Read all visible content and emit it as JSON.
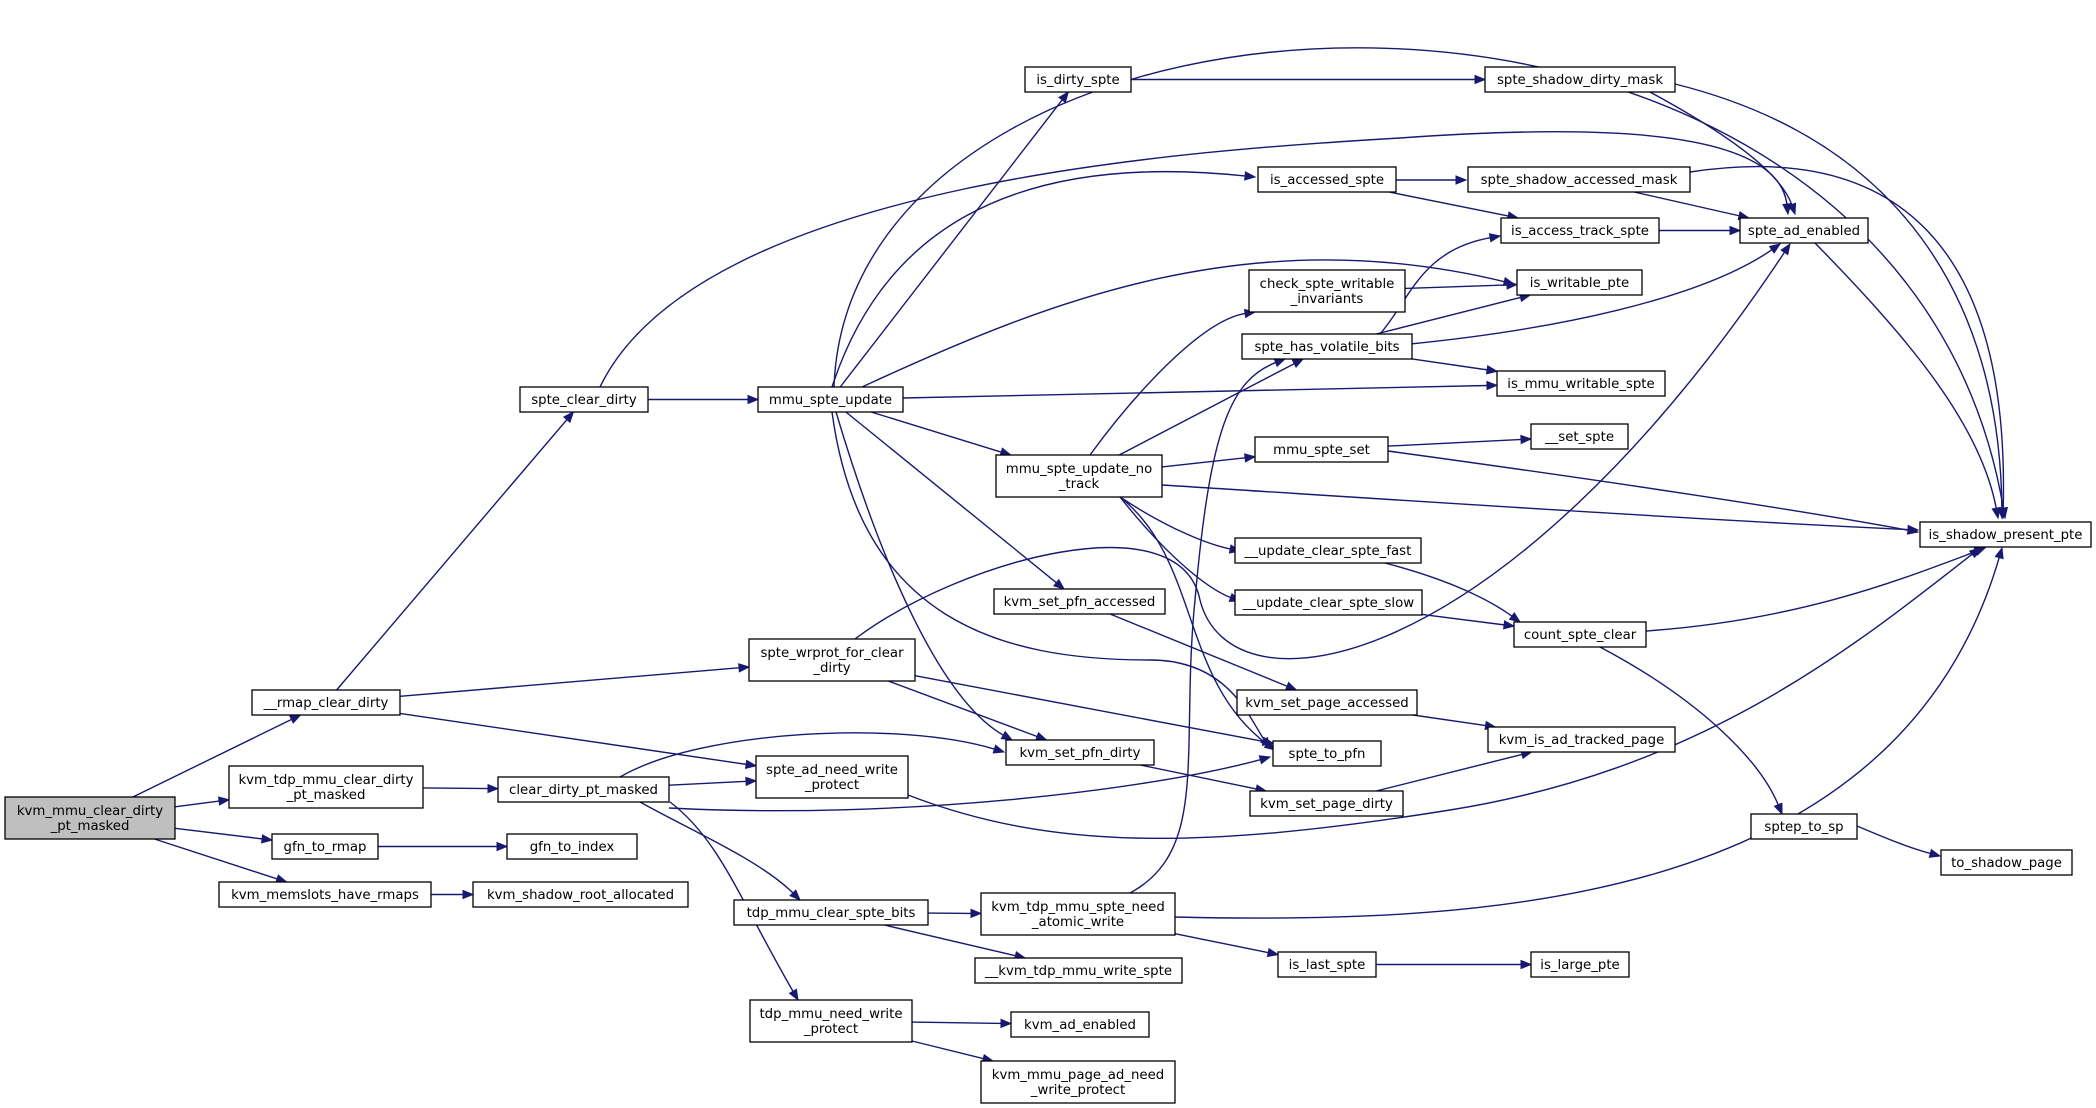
{
  "graph": {
    "type": "call-graph",
    "edge_color": "#191970",
    "root_fill": "#bfbfbf",
    "nodes": [
      {
        "id": "kvm_mmu_clear_dirty_pt_masked",
        "lines": [
          "kvm_mmu_clear_dirty",
          "_pt_masked"
        ],
        "root": true
      },
      {
        "id": "__rmap_clear_dirty",
        "lines": [
          "__rmap_clear_dirty"
        ]
      },
      {
        "id": "kvm_tdp_mmu_clear_dirty_pt_masked",
        "lines": [
          "kvm_tdp_mmu_clear_dirty",
          "_pt_masked"
        ]
      },
      {
        "id": "gfn_to_rmap",
        "lines": [
          "gfn_to_rmap"
        ]
      },
      {
        "id": "kvm_memslots_have_rmaps",
        "lines": [
          "kvm_memslots_have_rmaps"
        ]
      },
      {
        "id": "spte_clear_dirty",
        "lines": [
          "spte_clear_dirty"
        ]
      },
      {
        "id": "spte_wrprot_for_clear_dirty",
        "lines": [
          "spte_wrprot_for_clear",
          "_dirty"
        ]
      },
      {
        "id": "spte_ad_need_write_protect",
        "lines": [
          "spte_ad_need_write",
          "_protect"
        ]
      },
      {
        "id": "clear_dirty_pt_masked",
        "lines": [
          "clear_dirty_pt_masked"
        ]
      },
      {
        "id": "gfn_to_index",
        "lines": [
          "gfn_to_index"
        ]
      },
      {
        "id": "kvm_shadow_root_allocated",
        "lines": [
          "kvm_shadow_root_allocated"
        ]
      },
      {
        "id": "tdp_mmu_clear_spte_bits",
        "lines": [
          "tdp_mmu_clear_spte_bits"
        ]
      },
      {
        "id": "tdp_mmu_need_write_protect",
        "lines": [
          "tdp_mmu_need_write",
          "_protect"
        ]
      },
      {
        "id": "mmu_spte_update",
        "lines": [
          "mmu_spte_update"
        ]
      },
      {
        "id": "is_dirty_spte",
        "lines": [
          "is_dirty_spte"
        ]
      },
      {
        "id": "mmu_spte_update_no_track",
        "lines": [
          "mmu_spte_update_no",
          "_track"
        ]
      },
      {
        "id": "kvm_set_pfn_accessed",
        "lines": [
          "kvm_set_pfn_accessed"
        ]
      },
      {
        "id": "kvm_set_pfn_dirty",
        "lines": [
          "kvm_set_pfn_dirty"
        ]
      },
      {
        "id": "kvm_tdp_mmu_spte_need_atomic_write",
        "lines": [
          "kvm_tdp_mmu_spte_need",
          "_atomic_write"
        ]
      },
      {
        "id": "__kvm_tdp_mmu_write_spte",
        "lines": [
          "__kvm_tdp_mmu_write_spte"
        ]
      },
      {
        "id": "kvm_ad_enabled",
        "lines": [
          "kvm_ad_enabled"
        ]
      },
      {
        "id": "kvm_mmu_page_ad_need_write_protect",
        "lines": [
          "kvm_mmu_page_ad_need",
          "_write_protect"
        ]
      },
      {
        "id": "is_accessed_spte",
        "lines": [
          "is_accessed_spte"
        ]
      },
      {
        "id": "check_spte_writable_invariants",
        "lines": [
          "check_spte_writable",
          "_invariants"
        ]
      },
      {
        "id": "spte_has_volatile_bits",
        "lines": [
          "spte_has_volatile_bits"
        ]
      },
      {
        "id": "mmu_spte_set",
        "lines": [
          "mmu_spte_set"
        ]
      },
      {
        "id": "__update_clear_spte_fast",
        "lines": [
          "__update_clear_spte_fast"
        ]
      },
      {
        "id": "__update_clear_spte_slow",
        "lines": [
          "__update_clear_spte_slow"
        ]
      },
      {
        "id": "kvm_set_page_accessed",
        "lines": [
          "kvm_set_page_accessed"
        ]
      },
      {
        "id": "spte_to_pfn",
        "lines": [
          "spte_to_pfn"
        ]
      },
      {
        "id": "kvm_set_page_dirty",
        "lines": [
          "kvm_set_page_dirty"
        ]
      },
      {
        "id": "is_last_spte",
        "lines": [
          "is_last_spte"
        ]
      },
      {
        "id": "spte_shadow_dirty_mask",
        "lines": [
          "spte_shadow_dirty_mask"
        ]
      },
      {
        "id": "spte_shadow_accessed_mask",
        "lines": [
          "spte_shadow_accessed_mask"
        ]
      },
      {
        "id": "is_access_track_spte",
        "lines": [
          "is_access_track_spte"
        ]
      },
      {
        "id": "is_writable_pte",
        "lines": [
          "is_writable_pte"
        ]
      },
      {
        "id": "is_mmu_writable_spte",
        "lines": [
          "is_mmu_writable_spte"
        ]
      },
      {
        "id": "__set_spte",
        "lines": [
          "__set_spte"
        ]
      },
      {
        "id": "count_spte_clear",
        "lines": [
          "count_spte_clear"
        ]
      },
      {
        "id": "kvm_is_ad_tracked_page",
        "lines": [
          "kvm_is_ad_tracked_page"
        ]
      },
      {
        "id": "sptep_to_sp",
        "lines": [
          "sptep_to_sp"
        ]
      },
      {
        "id": "is_large_pte",
        "lines": [
          "is_large_pte"
        ]
      },
      {
        "id": "spte_ad_enabled",
        "lines": [
          "spte_ad_enabled"
        ]
      },
      {
        "id": "is_shadow_present_pte",
        "lines": [
          "is_shadow_present_pte"
        ]
      },
      {
        "id": "to_shadow_page",
        "lines": [
          "to_shadow_page"
        ]
      }
    ],
    "edges": [
      [
        "kvm_mmu_clear_dirty_pt_masked",
        "__rmap_clear_dirty"
      ],
      [
        "kvm_mmu_clear_dirty_pt_masked",
        "kvm_tdp_mmu_clear_dirty_pt_masked"
      ],
      [
        "kvm_mmu_clear_dirty_pt_masked",
        "gfn_to_rmap"
      ],
      [
        "kvm_mmu_clear_dirty_pt_masked",
        "kvm_memslots_have_rmaps"
      ],
      [
        "__rmap_clear_dirty",
        "spte_clear_dirty"
      ],
      [
        "__rmap_clear_dirty",
        "spte_wrprot_for_clear_dirty"
      ],
      [
        "__rmap_clear_dirty",
        "spte_ad_need_write_protect"
      ],
      [
        "kvm_tdp_mmu_clear_dirty_pt_masked",
        "clear_dirty_pt_masked"
      ],
      [
        "gfn_to_rmap",
        "gfn_to_index"
      ],
      [
        "kvm_memslots_have_rmaps",
        "kvm_shadow_root_allocated"
      ],
      [
        "spte_clear_dirty",
        "mmu_spte_update"
      ],
      [
        "spte_clear_dirty",
        "spte_ad_enabled"
      ],
      [
        "mmu_spte_update",
        "is_dirty_spte"
      ],
      [
        "mmu_spte_update",
        "is_shadow_present_pte"
      ],
      [
        "mmu_spte_update",
        "is_accessed_spte"
      ],
      [
        "mmu_spte_update",
        "is_writable_pte"
      ],
      [
        "mmu_spte_update",
        "is_mmu_writable_spte"
      ],
      [
        "mmu_spte_update",
        "mmu_spte_update_no_track"
      ],
      [
        "mmu_spte_update",
        "kvm_set_pfn_accessed"
      ],
      [
        "mmu_spte_update",
        "kvm_set_pfn_dirty"
      ],
      [
        "mmu_spte_update",
        "spte_to_pfn"
      ],
      [
        "spte_wrprot_for_clear_dirty",
        "spte_ad_enabled"
      ],
      [
        "spte_wrprot_for_clear_dirty",
        "kvm_set_pfn_dirty"
      ],
      [
        "spte_wrprot_for_clear_dirty",
        "spte_to_pfn"
      ],
      [
        "spte_ad_need_write_protect",
        "is_shadow_present_pte"
      ],
      [
        "clear_dirty_pt_masked",
        "kvm_set_pfn_dirty"
      ],
      [
        "clear_dirty_pt_masked",
        "spte_ad_need_write_protect"
      ],
      [
        "clear_dirty_pt_masked",
        "spte_to_pfn"
      ],
      [
        "clear_dirty_pt_masked",
        "tdp_mmu_clear_spte_bits"
      ],
      [
        "clear_dirty_pt_masked",
        "tdp_mmu_need_write_protect"
      ],
      [
        "tdp_mmu_clear_spte_bits",
        "kvm_tdp_mmu_spte_need_atomic_write"
      ],
      [
        "tdp_mmu_clear_spte_bits",
        "__kvm_tdp_mmu_write_spte"
      ],
      [
        "tdp_mmu_need_write_protect",
        "kvm_ad_enabled"
      ],
      [
        "tdp_mmu_need_write_protect",
        "kvm_mmu_page_ad_need_write_protect"
      ],
      [
        "kvm_tdp_mmu_spte_need_atomic_write",
        "spte_has_volatile_bits"
      ],
      [
        "kvm_tdp_mmu_spte_need_atomic_write",
        "is_last_spte"
      ],
      [
        "kvm_tdp_mmu_spte_need_atomic_write",
        "is_shadow_present_pte"
      ],
      [
        "is_dirty_spte",
        "spte_shadow_dirty_mask"
      ],
      [
        "mmu_spte_update_no_track",
        "check_spte_writable_invariants"
      ],
      [
        "mmu_spte_update_no_track",
        "spte_has_volatile_bits"
      ],
      [
        "mmu_spte_update_no_track",
        "mmu_spte_set"
      ],
      [
        "mmu_spte_update_no_track",
        "is_shadow_present_pte"
      ],
      [
        "mmu_spte_update_no_track",
        "__update_clear_spte_fast"
      ],
      [
        "mmu_spte_update_no_track",
        "__update_clear_spte_slow"
      ],
      [
        "mmu_spte_update_no_track",
        "spte_to_pfn"
      ],
      [
        "kvm_set_pfn_accessed",
        "kvm_set_page_accessed"
      ],
      [
        "kvm_set_pfn_dirty",
        "kvm_set_page_dirty"
      ],
      [
        "is_accessed_spte",
        "spte_shadow_accessed_mask"
      ],
      [
        "is_accessed_spte",
        "is_access_track_spte"
      ],
      [
        "check_spte_writable_invariants",
        "is_writable_pte"
      ],
      [
        "spte_has_volatile_bits",
        "is_access_track_spte"
      ],
      [
        "spte_has_volatile_bits",
        "is_writable_pte"
      ],
      [
        "spte_has_volatile_bits",
        "is_mmu_writable_spte"
      ],
      [
        "spte_has_volatile_bits",
        "spte_ad_enabled"
      ],
      [
        "mmu_spte_set",
        "__set_spte"
      ],
      [
        "mmu_spte_set",
        "is_shadow_present_pte"
      ],
      [
        "__update_clear_spte_fast",
        "count_spte_clear"
      ],
      [
        "__update_clear_spte_slow",
        "count_spte_clear"
      ],
      [
        "kvm_set_page_accessed",
        "kvm_is_ad_tracked_page"
      ],
      [
        "kvm_set_page_dirty",
        "kvm_is_ad_tracked_page"
      ],
      [
        "is_last_spte",
        "is_large_pte"
      ],
      [
        "spte_shadow_dirty_mask",
        "spte_ad_enabled"
      ],
      [
        "spte_shadow_dirty_mask",
        "is_shadow_present_pte"
      ],
      [
        "spte_shadow_accessed_mask",
        "spte_ad_enabled"
      ],
      [
        "spte_shadow_accessed_mask",
        "is_shadow_present_pte"
      ],
      [
        "is_access_track_spte",
        "spte_ad_enabled"
      ],
      [
        "count_spte_clear",
        "is_shadow_present_pte"
      ],
      [
        "count_spte_clear",
        "sptep_to_sp"
      ],
      [
        "sptep_to_sp",
        "to_shadow_page"
      ],
      [
        "spte_ad_enabled",
        "is_shadow_present_pte"
      ]
    ]
  }
}
